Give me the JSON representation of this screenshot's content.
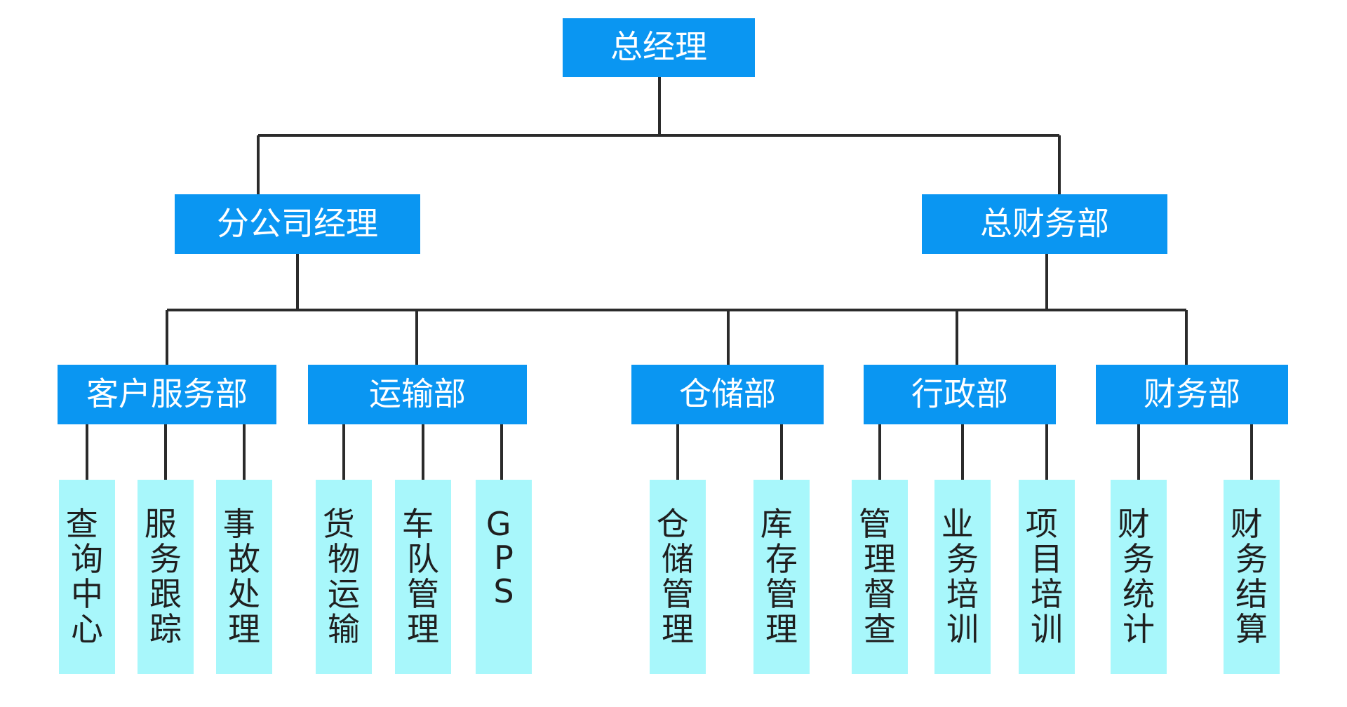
{
  "org_chart": {
    "root": "总经理",
    "branches": [
      {
        "label": "分公司经理",
        "departments": [
          {
            "label": "客户服务部",
            "units": [
              "查询中心",
              "服务跟踪",
              "事故处理"
            ]
          },
          {
            "label": "运输部",
            "units": [
              "货物运输",
              "车队管理",
              "GPS"
            ]
          }
        ]
      },
      {
        "label": "总财务部",
        "departments": [
          {
            "label": "仓储部",
            "units": [
              "仓储管理",
              "库存管理"
            ]
          },
          {
            "label": "行政部",
            "units": [
              "管理督查",
              "业务培训",
              "项目培训"
            ]
          },
          {
            "label": "财务部",
            "units": [
              "财务统计",
              "财务结算"
            ]
          }
        ]
      }
    ]
  },
  "colors": {
    "primary_box": "#0a96f2",
    "secondary_box": "#a8f7fb",
    "connector": "#2b2b2b",
    "primary_text": "#ffffff",
    "secondary_text": "#1f1f1f"
  }
}
